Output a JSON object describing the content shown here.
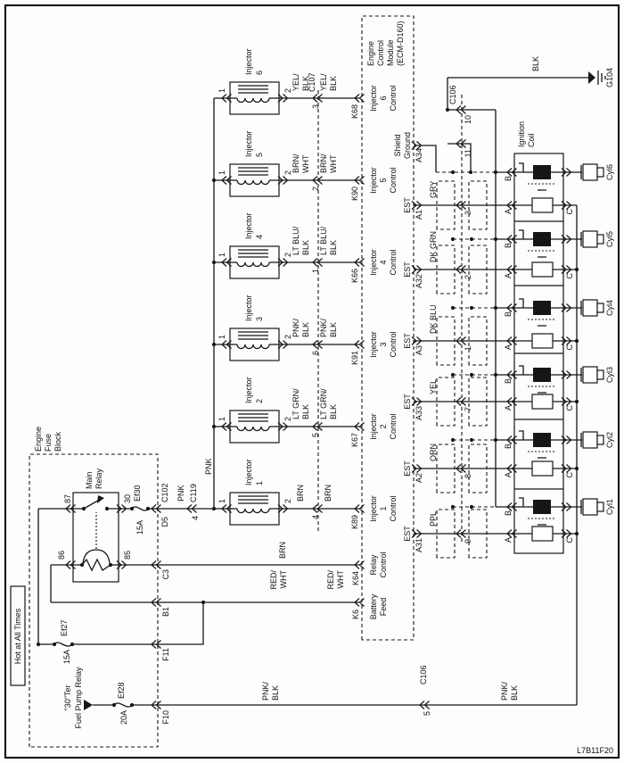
{
  "page": {
    "code": "L7B11F20"
  },
  "power": {
    "hot_label": "Hot at All Times",
    "fuse_block_title": [
      "Engine",
      "Fuse",
      "Block"
    ],
    "relay": {
      "title": [
        "Main",
        "Relay"
      ],
      "pin_87": "87",
      "pin_30": "30",
      "pin_86": "86",
      "pin_85": "85"
    },
    "fuse_ef30": {
      "amps": "15A",
      "id": "Ef30"
    },
    "fuse_ef27": {
      "amps": "15A",
      "id": "Ef27"
    },
    "fuse_ef28": {
      "amps": "20A",
      "id": "Ef28"
    },
    "fuel_pump_feed": [
      "\"30\"Ter",
      "Fuel Pump Relay"
    ],
    "conn_c102": {
      "cavity": "D5",
      "name": "C102"
    },
    "conn_c119": {
      "cavity": "4",
      "name": "C119"
    },
    "conn_c3": "C3",
    "conn_b1": "B1",
    "conn_f11": "F11",
    "conn_f10": "F10",
    "conn_c106_5": {
      "cavity": "5",
      "name": "C106"
    },
    "wire_pnk": "PNK",
    "wire_pnk_blk": [
      "PNK/",
      "BLK"
    ],
    "wire_red_wht": [
      "RED/",
      "WHT"
    ],
    "wire_brn": "BRN"
  },
  "ecm": {
    "title": [
      "Engine",
      "Control",
      "Module",
      "(ECM-D160)"
    ],
    "k64": {
      "pin": "K64",
      "label": [
        "Relay",
        "Control"
      ]
    },
    "k6": {
      "pin": "K6",
      "label": [
        "Battery",
        "Feed"
      ]
    },
    "shield_ground": {
      "pin": "A34",
      "label": [
        "Shield",
        "Ground"
      ]
    },
    "est_label": "EST"
  },
  "injectors": [
    {
      "name": [
        "Injector",
        "1"
      ],
      "pin1": "1",
      "pin2": "2",
      "color_upper": [
        "BRN"
      ],
      "color_lower": [
        "BRN"
      ],
      "c107_pin": "4",
      "ecm_pin": "K89",
      "ecm_label": [
        "Injector",
        "1",
        "Control"
      ]
    },
    {
      "name": [
        "Injector",
        "2"
      ],
      "pin1": "1",
      "pin2": "2",
      "color_upper": [
        "LT GRN/",
        "BLK"
      ],
      "color_lower": [
        "LT GRN/",
        "BLK"
      ],
      "c107_pin": "5",
      "ecm_pin": "K67",
      "ecm_label": [
        "Injector",
        "2",
        "Control"
      ]
    },
    {
      "name": [
        "Injector",
        "3"
      ],
      "pin1": "1",
      "pin2": "2",
      "color_upper": [
        "PNK/",
        "BLK"
      ],
      "color_lower": [
        "PNK/",
        "BLK"
      ],
      "c107_pin": "6",
      "ecm_pin": "K91",
      "ecm_label": [
        "Injector",
        "3",
        "Control"
      ]
    },
    {
      "name": [
        "Injector",
        "4"
      ],
      "pin1": "1",
      "pin2": "2",
      "color_upper": [
        "LT BLU/",
        "BLK"
      ],
      "color_lower": [
        "LT BLU/",
        "BLK"
      ],
      "c107_pin": "1",
      "ecm_pin": "K66",
      "ecm_label": [
        "Injector",
        "4",
        "Control"
      ]
    },
    {
      "name": [
        "Injector",
        "5"
      ],
      "pin1": "1",
      "pin2": "2",
      "color_upper": [
        "BRN/",
        "WHT"
      ],
      "color_lower": [
        "BRN/",
        "WHT"
      ],
      "c107_pin": "2",
      "ecm_pin": "K90",
      "ecm_label": [
        "Injector",
        "5",
        "Control"
      ]
    },
    {
      "name": [
        "Injector",
        "6"
      ],
      "pin1": "1",
      "pin2": "2",
      "color_upper": [
        "YEL/",
        "BLK"
      ],
      "color_lower": [
        "YEL/",
        "BLK"
      ],
      "c107_pin": "3",
      "ecm_pin": "K68",
      "ecm_label": [
        "Injector",
        "6",
        "Control"
      ]
    }
  ],
  "connectors": {
    "c107": "C107",
    "c106": "C106",
    "pin10": "10",
    "pin11": "11"
  },
  "est": [
    {
      "ecm_pin": "A1",
      "color": "GRY",
      "c106_pin": "3"
    },
    {
      "ecm_pin": "A32",
      "color": "DK GRN",
      "c106_pin": "2"
    },
    {
      "ecm_pin": "A3",
      "color": "DK BLU",
      "c106_pin": "1"
    },
    {
      "ecm_pin": "A33",
      "color": "YEL",
      "c106_pin": "7"
    },
    {
      "ecm_pin": "A2",
      "color": "ORN",
      "c106_pin": "8"
    },
    {
      "ecm_pin": "A31",
      "color": "PPL",
      "c106_pin": "9"
    }
  ],
  "ignition_coil": {
    "title": [
      "Ignition",
      "Coil"
    ],
    "pin_a": "A",
    "pin_b": "B",
    "pin_c": "C",
    "cylinders": [
      "Cyl1",
      "Cyl2",
      "Cyl3",
      "Cyl4",
      "Cyl5",
      "Cyl6"
    ]
  },
  "ground": {
    "wire": "BLK",
    "name": "G104"
  }
}
